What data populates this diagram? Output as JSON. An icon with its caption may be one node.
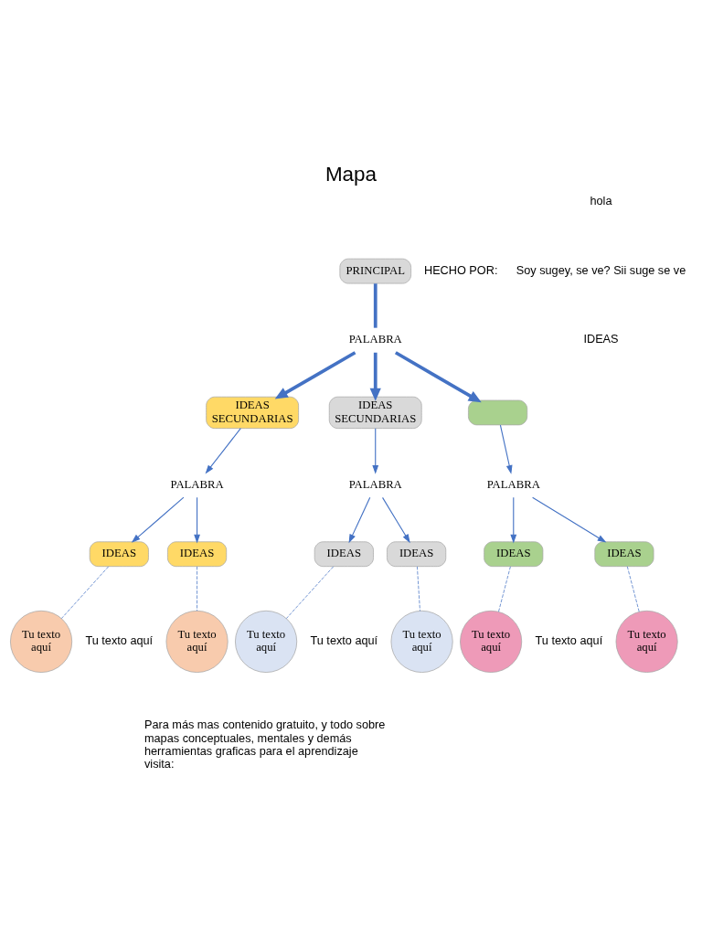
{
  "diagram": {
    "title": "Mapa",
    "nodes": [
      {
        "text": [
          "PRINCIPAL"
        ]
      },
      {
        "text": [
          "PALABRA"
        ]
      },
      {
        "text": [
          "IDEAS SECUNDARIAS"
        ]
      },
      {
        "text": [
          "IDEAS SECUNDARIAS"
        ]
      },
      {
        "text": [],
        "shape": "box"
      },
      {
        "text": [
          "PALABRA"
        ]
      },
      {
        "text": [
          "PALABRA"
        ]
      },
      {
        "text": [
          "PALABRA"
        ]
      },
      {
        "text": [
          "IDEAS"
        ]
      },
      {
        "text": [
          "IDEAS"
        ]
      },
      {
        "text": [
          "IDEAS"
        ]
      },
      {
        "text": [
          "IDEAS"
        ]
      },
      {
        "text": [
          "IDEAS"
        ]
      },
      {
        "text": [
          "IDEAS"
        ]
      },
      {
        "text": [
          "Tu texto aquí"
        ]
      },
      {
        "text": [
          "Tu texto aquí"
        ]
      },
      {
        "text": [
          "Tu texto aquí"
        ]
      },
      {
        "text": [
          "Tu texto aquí"
        ]
      },
      {
        "text": [
          "Tu texto aquí"
        ]
      },
      {
        "text": [
          "Tu texto aquí"
        ]
      }
    ],
    "edges": [
      {
        "from": 0,
        "to": 1,
        "arrow": "none",
        "style": "thick"
      },
      {
        "from": 1,
        "to": 2,
        "arrow": "to",
        "style": "thick"
      },
      {
        "from": 1,
        "to": 3,
        "arrow": "to",
        "style": "thick"
      },
      {
        "from": 1,
        "to": 4,
        "arrow": "to",
        "style": "thick"
      },
      {
        "from": 2,
        "to": 5,
        "arrow": "to"
      },
      {
        "from": 3,
        "to": 6,
        "arrow": "to"
      },
      {
        "from": 4,
        "to": 7,
        "arrow": "to"
      },
      {
        "from": 5,
        "to": 8,
        "arrow": "to"
      },
      {
        "from": 5,
        "to": 9,
        "arrow": "to"
      },
      {
        "from": 6,
        "to": 10,
        "arrow": "to"
      },
      {
        "from": 6,
        "to": 11,
        "arrow": "to"
      },
      {
        "from": 7,
        "to": 12,
        "arrow": "to"
      },
      {
        "from": 7,
        "to": 13,
        "arrow": "to"
      },
      {
        "from": 8,
        "to": 14,
        "arrow": "none",
        "style": "dashed"
      },
      {
        "from": 9,
        "to": 15,
        "arrow": "none",
        "style": "dashed"
      },
      {
        "from": 10,
        "to": 16,
        "arrow": "none",
        "style": "dashed"
      },
      {
        "from": 11,
        "to": 17,
        "arrow": "none",
        "style": "dashed"
      },
      {
        "from": 12,
        "to": 18,
        "arrow": "none",
        "style": "dashed"
      },
      {
        "from": 13,
        "to": 19,
        "arrow": "none",
        "style": "dashed"
      }
    ],
    "labels": [
      "HECHO POR:",
      "hola",
      "Soy sugey, se ve? Sii suge se ve",
      "IDEAS",
      "Tu texto aquí",
      "Tu texto aquí",
      "Tu texto aquí",
      "Para más mas contenido gratuito, y todo sobre mapas conceptuales, mentales y demás herramientas graficas para el aprendizaje visita:"
    ]
  }
}
